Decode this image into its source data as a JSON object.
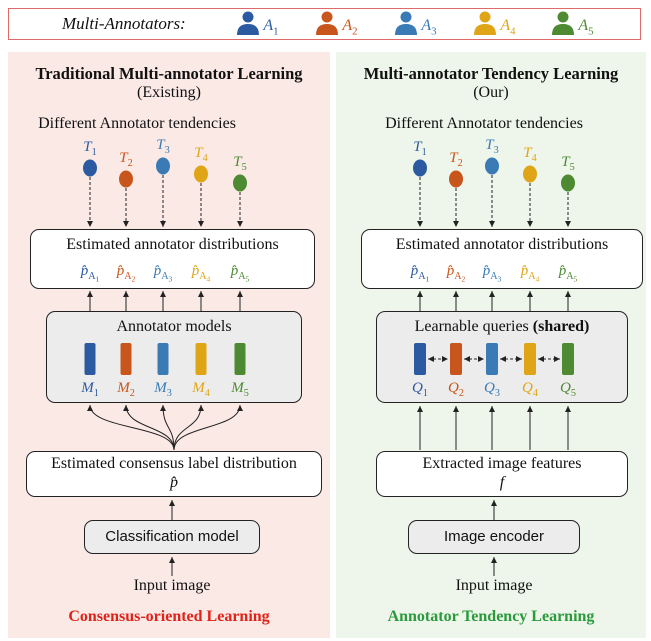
{
  "legend": {
    "title": "Multi-Annotators:",
    "annotators": [
      {
        "label": "A",
        "sub": "1",
        "color": "#2c5aa0"
      },
      {
        "label": "A",
        "sub": "2",
        "color": "#c8561c"
      },
      {
        "label": "A",
        "sub": "3",
        "color": "#3a7bb6"
      },
      {
        "label": "A",
        "sub": "4",
        "color": "#e0a516"
      },
      {
        "label": "A",
        "sub": "5",
        "color": "#4d8a32"
      }
    ]
  },
  "left": {
    "title": "Traditional Multi-annotator Learning",
    "subtitle": "(Existing)",
    "tendencies_label": "Different Annotator tendencies",
    "dist_label": "Estimated annotator distributions",
    "models_label": "Annotator models",
    "model_prefix": "M",
    "consensus_label": "Estimated consensus label distribution",
    "consensus_symbol": "p̂",
    "classifier_label": "Classification model",
    "input_label": "Input image",
    "footer": "Consensus-oriented Learning"
  },
  "right": {
    "title": "Multi-annotator Tendency Learning",
    "subtitle": "(Our)",
    "tendencies_label": "Different Annotator tendencies",
    "dist_label": "Estimated annotator distributions",
    "queries_label": "Learnable queries",
    "queries_bold": "(shared)",
    "query_prefix": "Q",
    "features_label": "Extracted image features",
    "features_symbol": "f",
    "encoder_label": "Image encoder",
    "input_label": "Input image",
    "footer": "Annotator Tendency Learning"
  },
  "tendency_prefix": "T",
  "dist_prefix": "p̂",
  "dist_sub_prefix": "A"
}
